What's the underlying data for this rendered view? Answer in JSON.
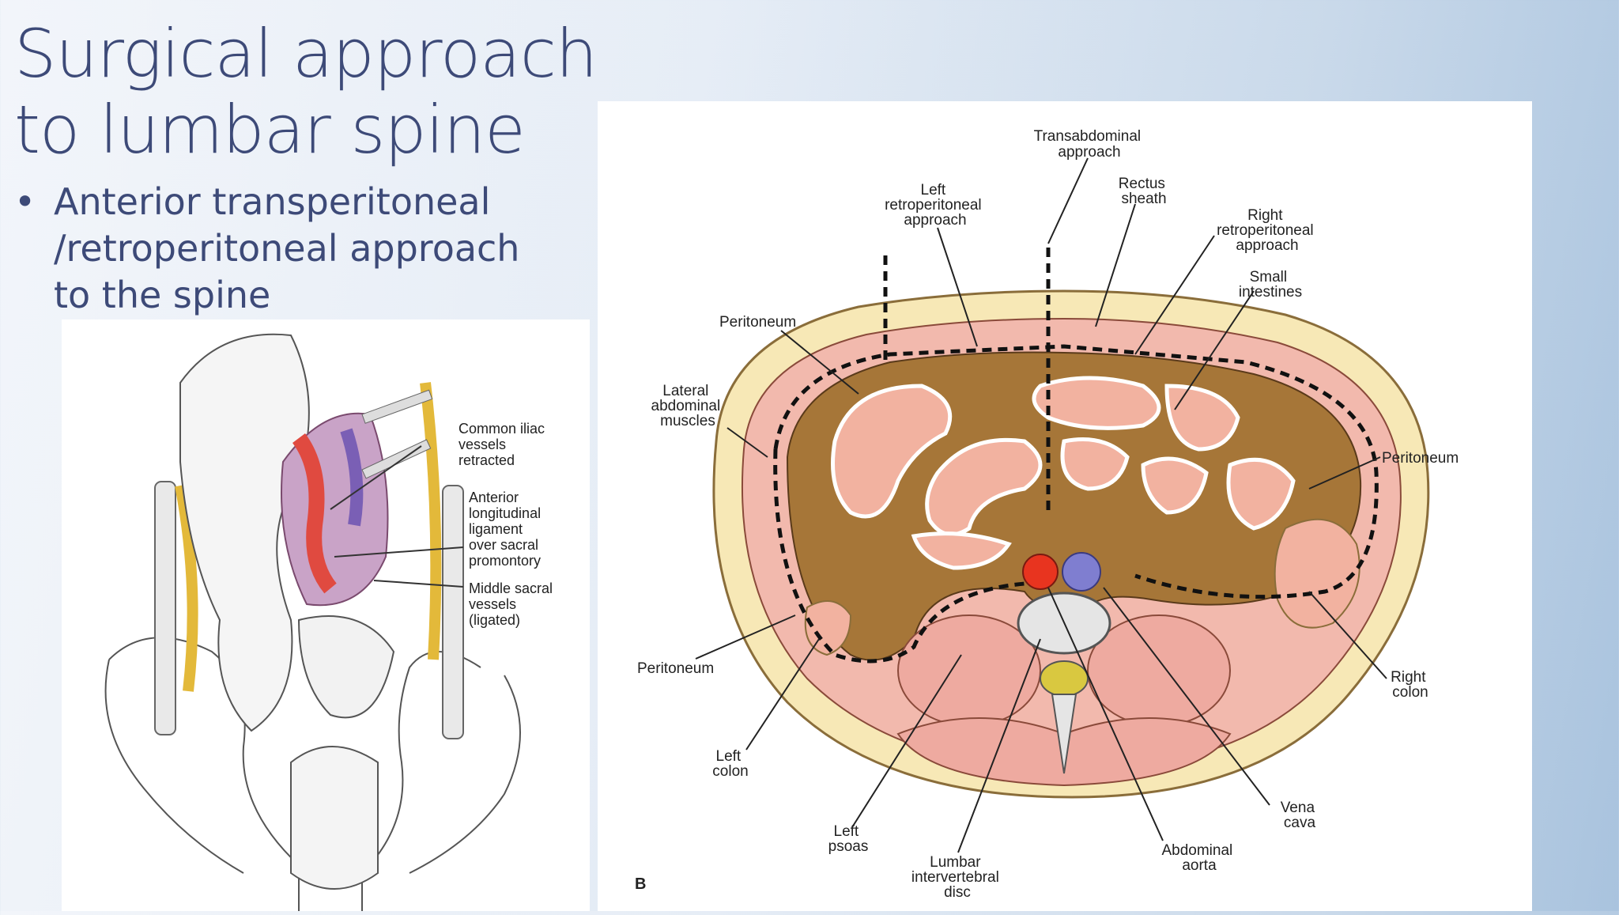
{
  "slide": {
    "title_line1": "Surgical approach",
    "title_line2": "to lumbar spine",
    "bullet_marker": "•",
    "bullet": [
      "Anterior transperitoneal",
      "/retroperitoneal approach",
      "to the spine"
    ]
  },
  "left_figure": {
    "labels": {
      "common_iliac": [
        "Common iliac",
        "vessels",
        "retracted"
      ],
      "anterior_ligament": [
        "Anterior",
        "longitudinal",
        "ligament",
        "over sacral",
        "promontory"
      ],
      "middle_sacral": [
        "Middle sacral",
        "vessels",
        "(ligated)"
      ]
    }
  },
  "right_figure": {
    "figure_letter": "B",
    "labels": {
      "transabdominal": [
        "Transabdominal",
        "approach"
      ],
      "left_retro": [
        "Left",
        "retroperitoneal",
        "approach"
      ],
      "rectus": [
        "Rectus",
        "sheath"
      ],
      "right_retro": [
        "Right",
        "retroperitoneal",
        "approach"
      ],
      "small_int": [
        "Small",
        "intestines"
      ],
      "peritoneum_top": [
        "Peritoneum"
      ],
      "lateral_abd": [
        "Lateral",
        "abdominal",
        "muscles"
      ],
      "peritoneum_right": [
        "Peritoneum"
      ],
      "peritoneum_left": [
        "Peritoneum"
      ],
      "right_colon": [
        "Right",
        "colon"
      ],
      "left_colon": [
        "Left",
        "colon"
      ],
      "vena_cava": [
        "Vena",
        "cava"
      ],
      "left_psoas": [
        "Left",
        "psoas"
      ],
      "abd_aorta": [
        "Abdominal",
        "aorta"
      ],
      "lumbar_disc": [
        "Lumbar",
        "intervertebral",
        "disc"
      ]
    }
  }
}
